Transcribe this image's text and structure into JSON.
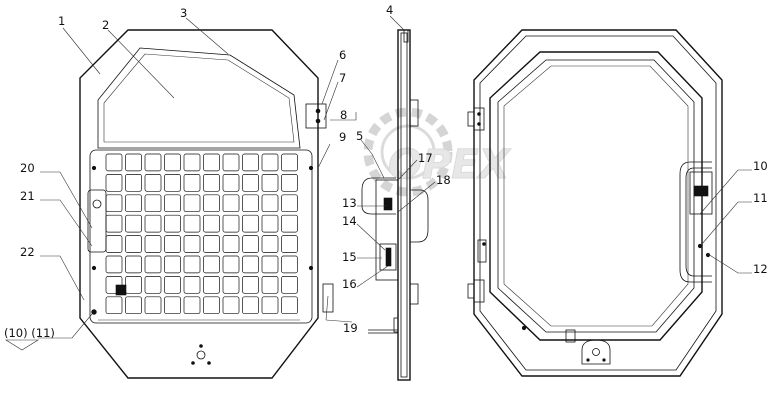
{
  "callouts": {
    "c1": "1",
    "c2": "2",
    "c3": "3",
    "c4": "4",
    "c5": "5",
    "c6": "6",
    "c7": "7",
    "c8": "8",
    "c9": "9",
    "c10": "10",
    "c11": "11",
    "c12": "12",
    "c13": "13",
    "c14": "14",
    "c15": "15",
    "c16": "16",
    "c17": "17",
    "c18": "18",
    "c19": "19",
    "c20": "20",
    "c21": "21",
    "c22": "22",
    "c_pair": "(10) (11)"
  },
  "watermark": {
    "text": "OPEX"
  }
}
